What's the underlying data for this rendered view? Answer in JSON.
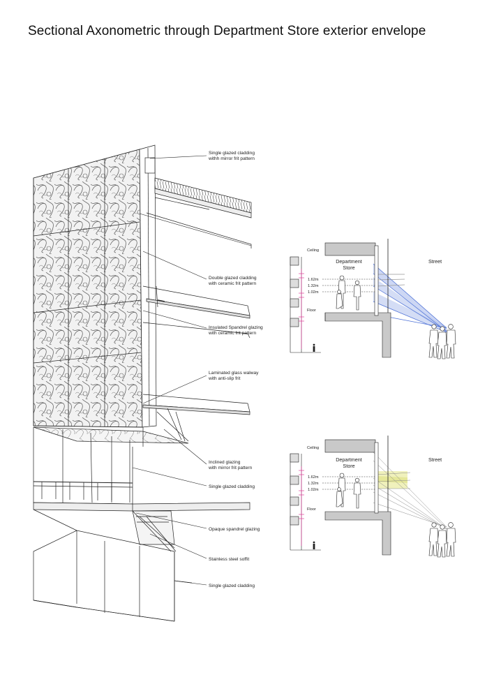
{
  "title": "Sectional Axonometric through Department Store exterior envelope",
  "labels": [
    {
      "lines": [
        "Single glazed cladding",
        "withh mirror frit pattern"
      ]
    },
    {
      "lines": [
        "Double glazed cladding",
        "with ceramic frit pattern"
      ]
    },
    {
      "lines": [
        "Insulated Spandrel glazing",
        "with ceramic frit pattern"
      ]
    },
    {
      "lines": [
        "Laminated glass walway",
        "with anti-slip frit"
      ]
    },
    {
      "lines": [
        "Inclined glazing",
        "with mirror frit pattern"
      ]
    },
    {
      "lines": [
        "Single glazed cladding"
      ]
    },
    {
      "lines": [
        "Opaque spandrel glazing"
      ]
    },
    {
      "lines": [
        "Stainless steel soffit"
      ]
    },
    {
      "lines": [
        "Single glazed cladding"
      ]
    }
  ],
  "sections": [
    {
      "ceiling": "Ceiling",
      "floor": "Floor",
      "dept": [
        "Department",
        "Store"
      ],
      "street": "Street",
      "heights": [
        "1.62m",
        "1.32m",
        "1.02m"
      ],
      "ray_color": "#4a6fd6",
      "band_color": "#b8c6ef"
    },
    {
      "ceiling": "Ceiling",
      "floor": "Floor",
      "dept": [
        "Department",
        "Store"
      ],
      "street": "Street",
      "heights": [
        "1.62m",
        "1.32m",
        "1.02m"
      ],
      "ray_color": "#8a8a8a",
      "band_color": "#eef0b5"
    }
  ],
  "colors": {
    "accent_pink": "#e0409a",
    "line": "#222222"
  }
}
